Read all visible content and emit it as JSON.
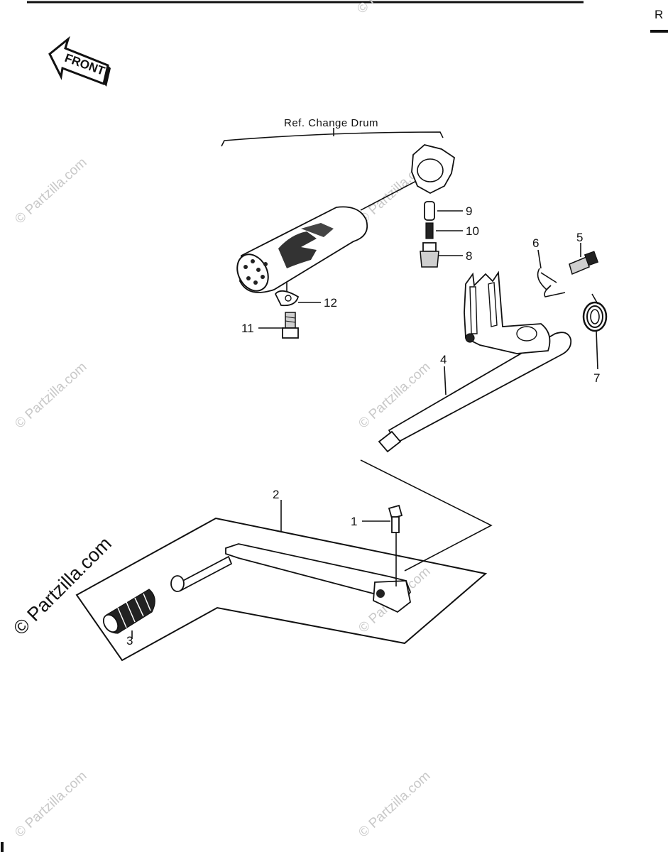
{
  "header": {
    "corner_letter": "R"
  },
  "front_arrow": {
    "text": "FRONT"
  },
  "ref_bracket": {
    "text": "Ref. Change Drum"
  },
  "callouts": [
    "1",
    "2",
    "3",
    "4",
    "5",
    "6",
    "7",
    "8",
    "9",
    "10",
    "11",
    "12"
  ],
  "watermark": {
    "text": "© Partzilla.com"
  }
}
